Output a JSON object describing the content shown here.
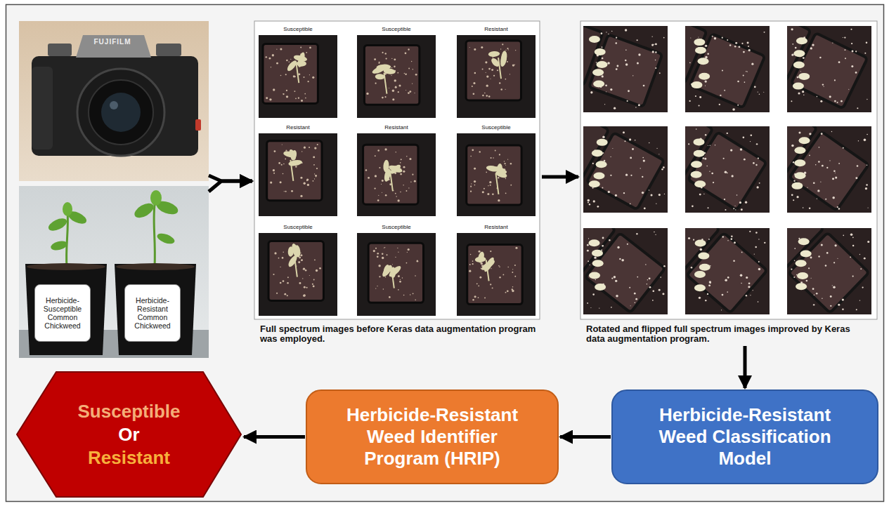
{
  "diagram": {
    "nodes": [
      {
        "text": [
          "FUJIFILM"
        ]
      },
      {
        "text": [
          "Herbicide-Susceptible Common Chickweed",
          "Herbicide-Resistant Common Chickweed"
        ]
      },
      {
        "text": [
          "Full spectrum images before Keras data augmentation program was employed."
        ]
      },
      {
        "text": [
          "Susceptible"
        ],
        "in": 2
      },
      {
        "text": [
          "Susceptible"
        ],
        "in": 2
      },
      {
        "text": [
          "Resistant"
        ],
        "in": 2
      },
      {
        "text": [
          "Resistant"
        ],
        "in": 2
      },
      {
        "text": [
          "Resistant"
        ],
        "in": 2
      },
      {
        "text": [
          "Susceptible"
        ],
        "in": 2
      },
      {
        "text": [
          "Susceptible"
        ],
        "in": 2
      },
      {
        "text": [
          "Susceptible"
        ],
        "in": 2
      },
      {
        "text": [
          "Resistant"
        ],
        "in": 2
      },
      {
        "text": [
          "Rotated and flipped full spectrum images improved by Keras data augmentation program."
        ]
      },
      {
        "text": [
          "Herbicide-Resistant Weed Classification Model"
        ]
      },
      {
        "text": [
          "Herbicide-Resistant Weed Identifier Program (HRIP)"
        ]
      },
      {
        "text": [
          "Susceptible",
          "Or",
          "Resistant"
        ]
      }
    ],
    "edges": [
      {
        "from": 0,
        "to": 2,
        "arrow": "to"
      },
      {
        "from": 1,
        "to": 2,
        "arrow": "to"
      },
      {
        "from": 2,
        "to": 12,
        "arrow": "to"
      },
      {
        "from": 12,
        "to": 13,
        "arrow": "to"
      },
      {
        "from": 13,
        "to": 14,
        "arrow": "to"
      },
      {
        "from": 14,
        "to": 15,
        "arrow": "to"
      }
    ]
  }
}
